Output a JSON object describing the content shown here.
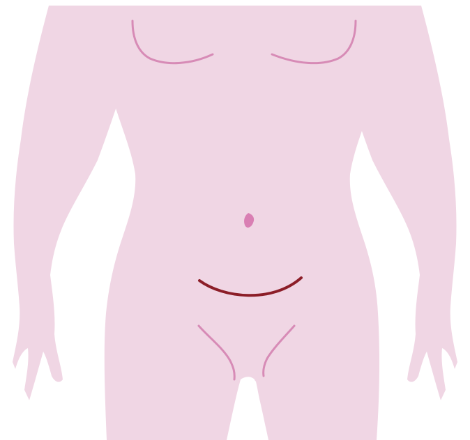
{
  "illustration": {
    "subject": "female-torso-front-view",
    "colors": {
      "background": "#ffffff",
      "skin": "#f0d6e4",
      "contour_lines": "#d78bb6",
      "navel": "#d97fb3",
      "incision": "#8c1e28"
    },
    "marks": [
      "left-breast-contour",
      "right-breast-contour",
      "navel",
      "low-transverse-incision",
      "left-groin-contour",
      "right-groin-contour"
    ]
  }
}
